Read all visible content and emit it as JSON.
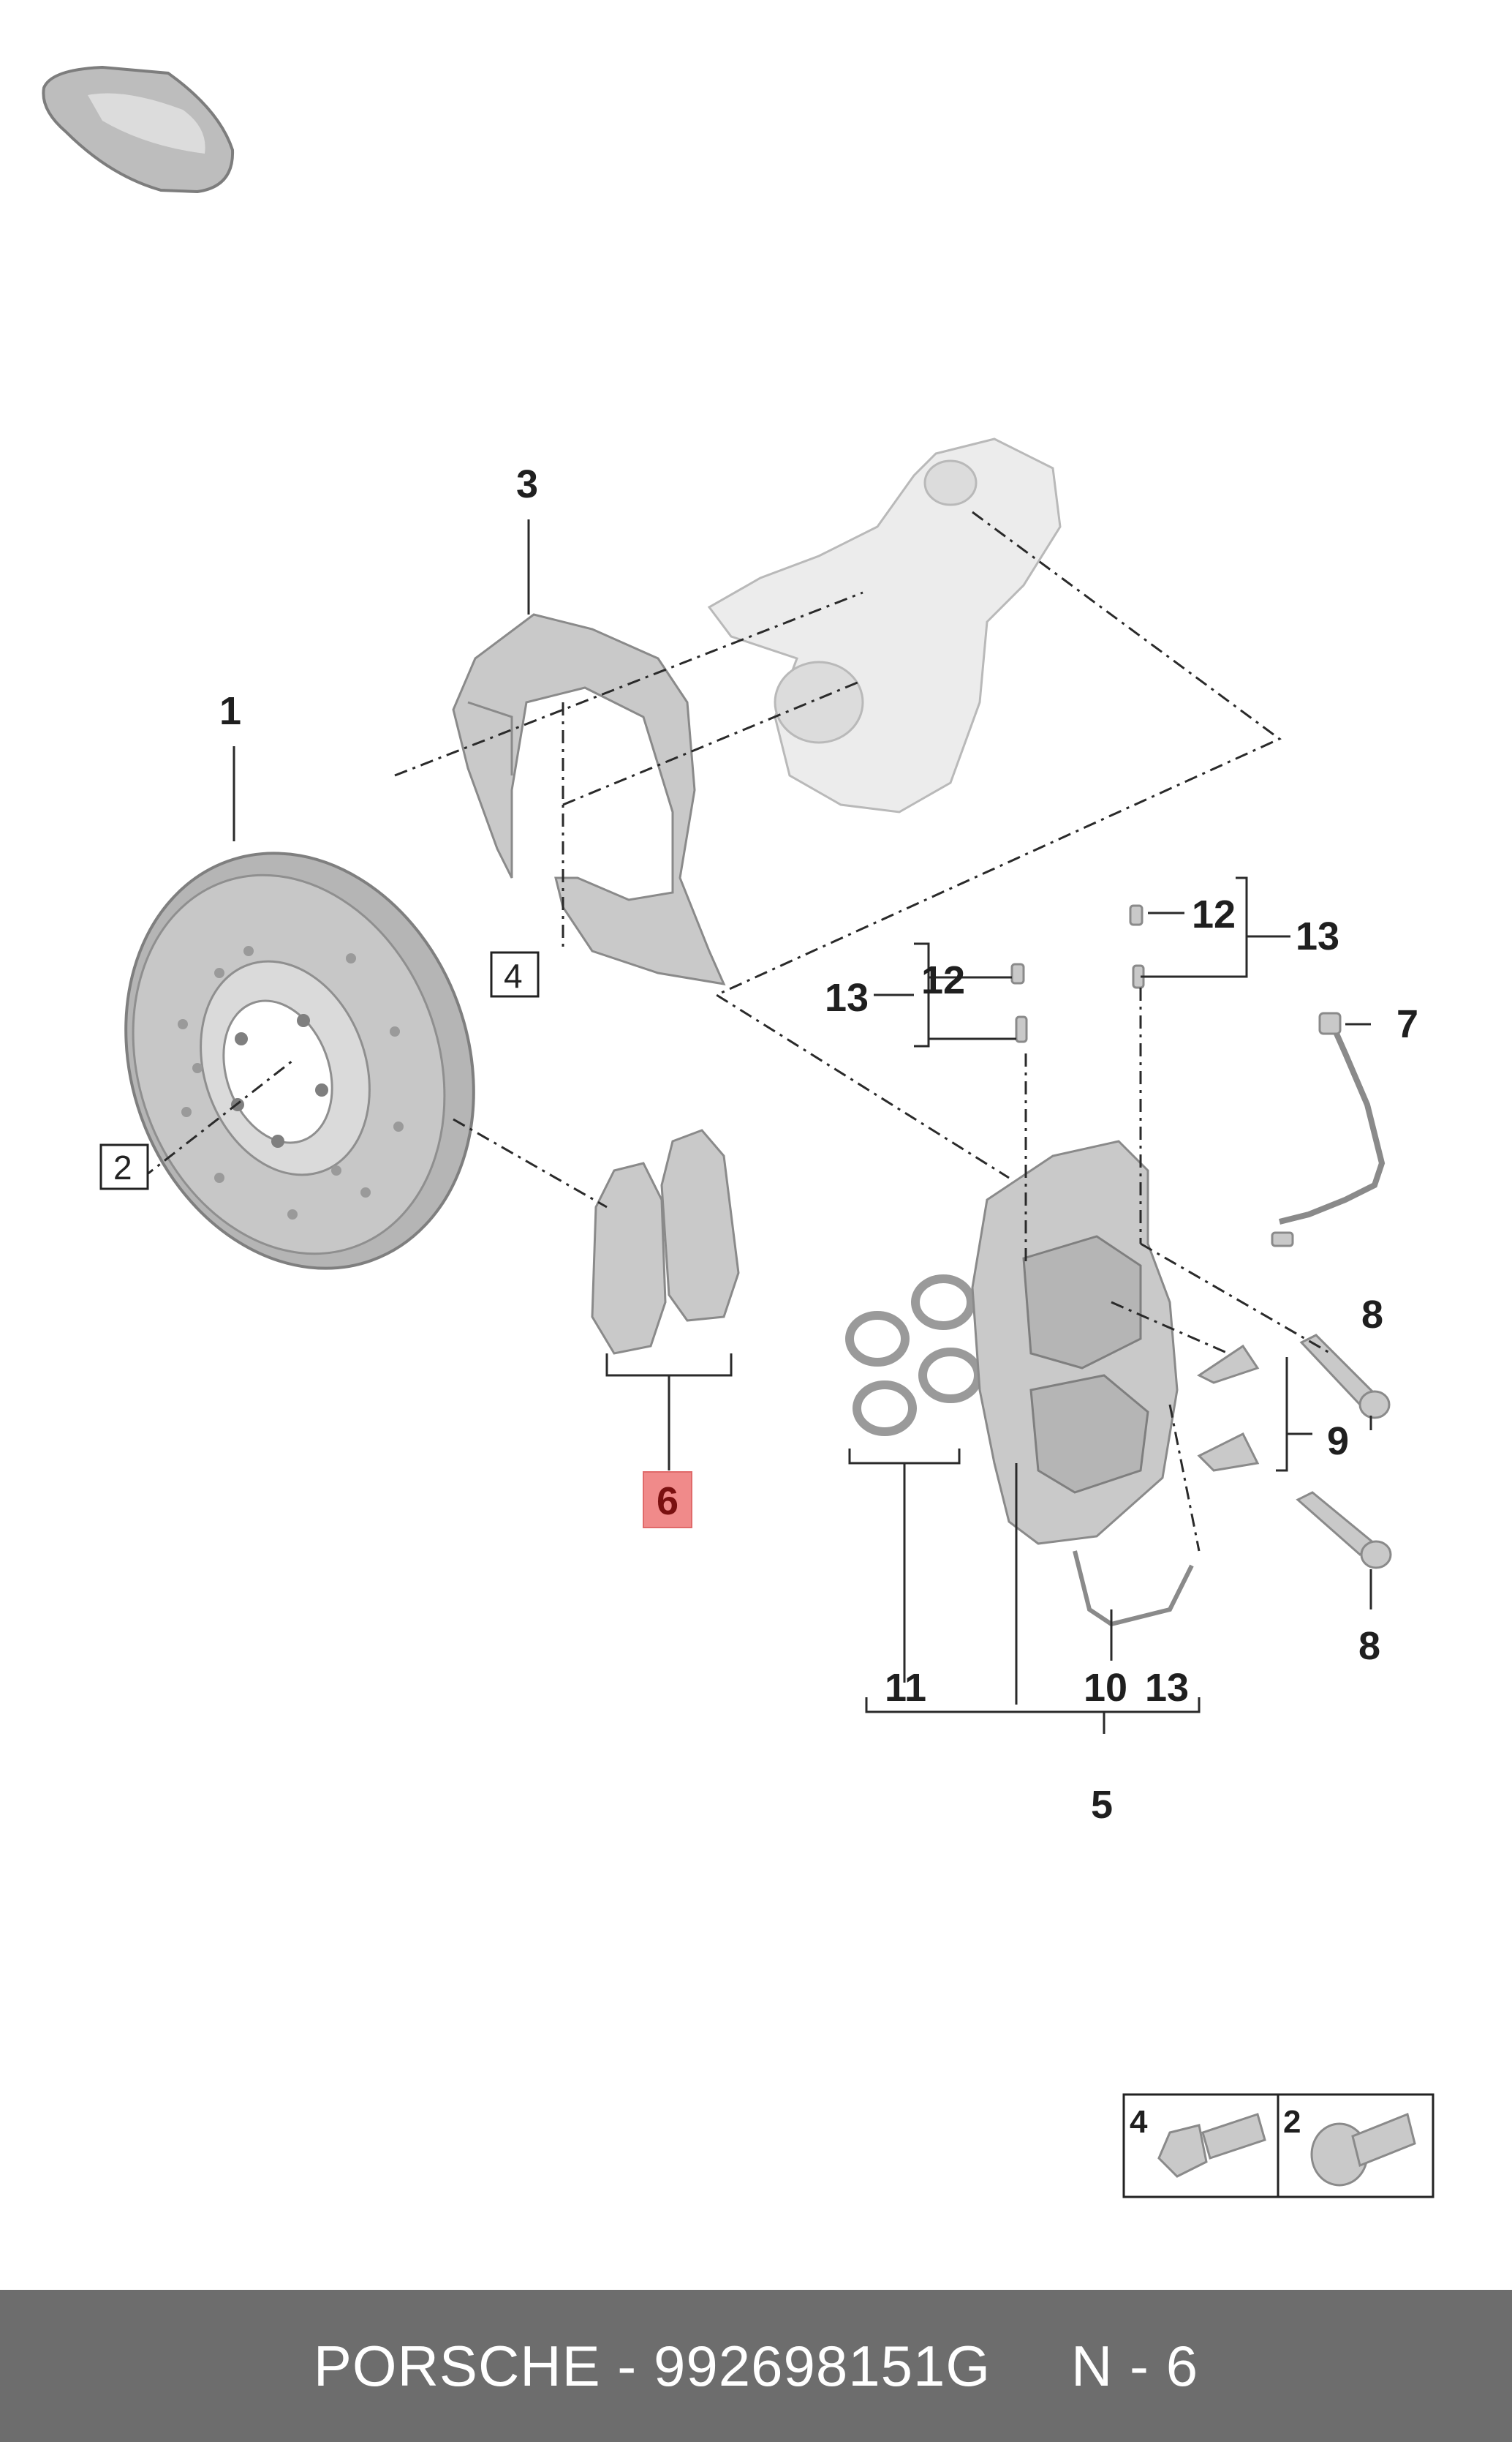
{
  "callouts": {
    "c1": "1",
    "c2": "2",
    "c3": "3",
    "c4": "4",
    "c5": "5",
    "c6": "6",
    "c7": "7",
    "c8a": "8",
    "c8b": "8",
    "c9": "9",
    "c10": "10",
    "c11": "11",
    "c12a": "12",
    "c12b": "12",
    "c13a": "13",
    "c13b": "13",
    "c13c": "13"
  },
  "inset": {
    "left_label": "4",
    "right_label": "2"
  },
  "footer": {
    "title": "PORSCHE - 992698151G",
    "page": "N - 6"
  },
  "colors": {
    "highlight": "#f08a8a",
    "footer_bg": "#6d6d6d",
    "part_fill": "#c9c9c9"
  }
}
